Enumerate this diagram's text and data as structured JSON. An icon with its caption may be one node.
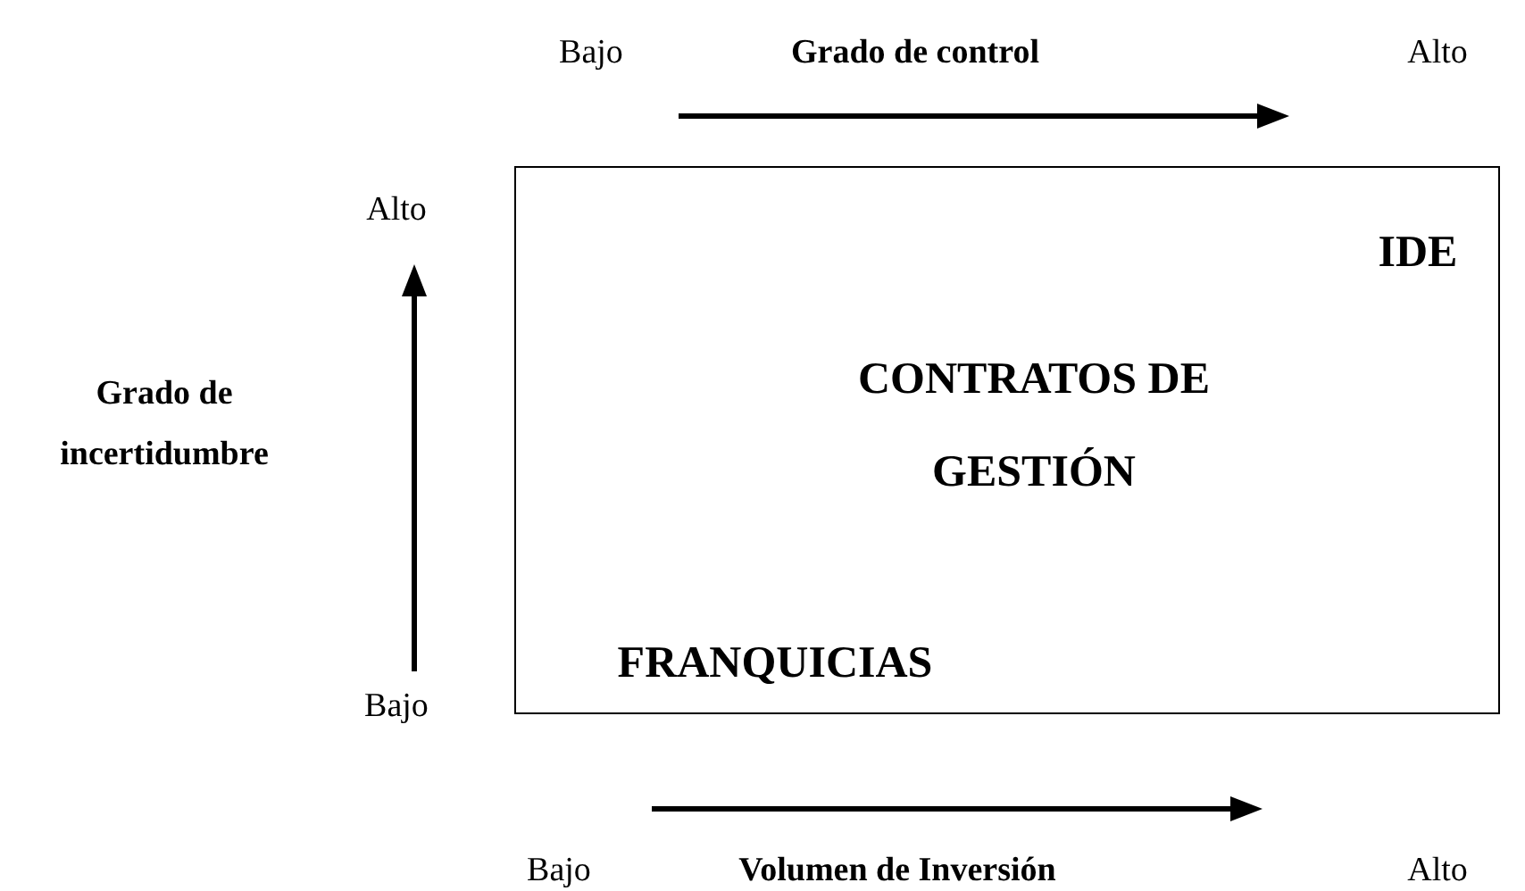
{
  "diagram": {
    "nodes": [
      {
        "text": [
          "IDE",
          "CONTRATOS DE GESTIÓN",
          "FRANQUICIAS"
        ]
      }
    ],
    "labels": [
      "Bajo",
      "Grado de control",
      "Alto",
      "Alto",
      "Grado de incertidumbre",
      "Bajo",
      "Bajo",
      "Volumen de Inversión",
      "Alto"
    ]
  }
}
